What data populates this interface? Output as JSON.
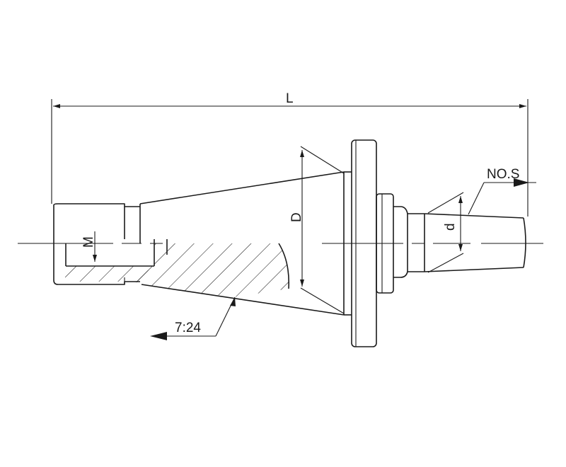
{
  "drawing": {
    "dimensions": {
      "length": "L",
      "taper_diameter": "D",
      "nose_diameter": "d",
      "thread": "M",
      "taper_ratio": "7:24",
      "size_number": "NO.S"
    },
    "line_color": "#1a1a1a",
    "background": "#ffffff"
  }
}
